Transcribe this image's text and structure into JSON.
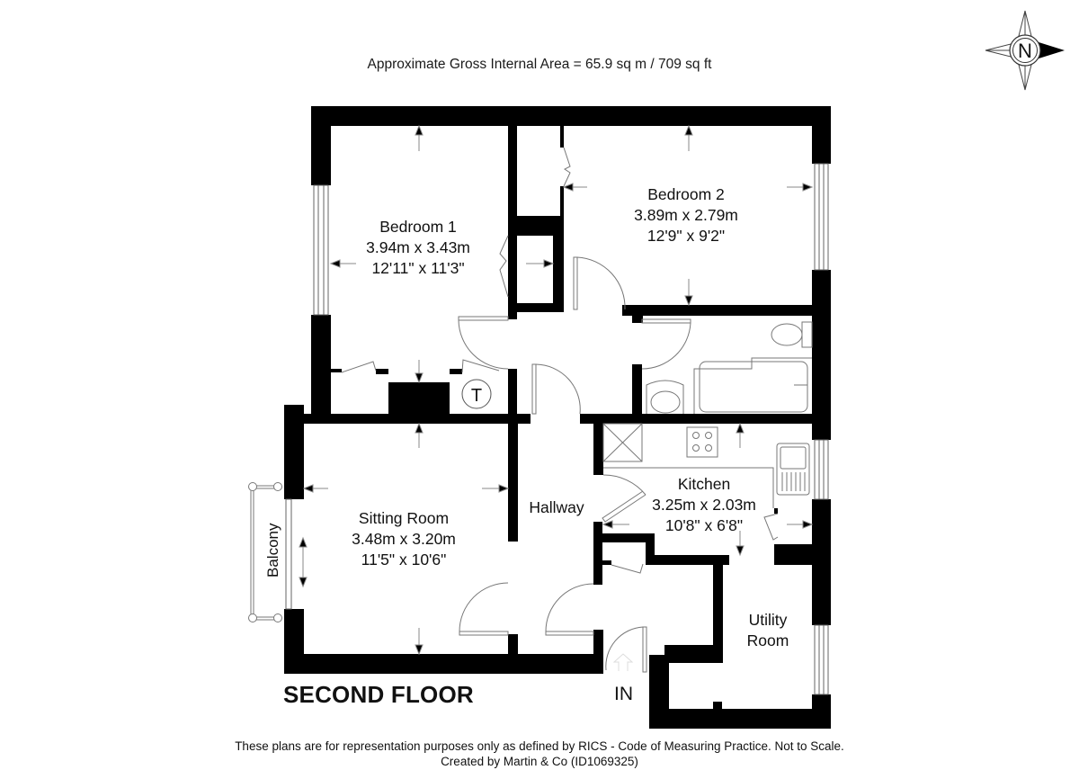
{
  "header": {
    "area_title": "Approximate Gross Internal Area = 65.9 sq m / 709 sq ft"
  },
  "compass": {
    "icon": "north-compass-icon",
    "letter": "N"
  },
  "rooms": {
    "bedroom1": {
      "name": "Bedroom 1",
      "metric": "3.94m x 3.43m",
      "imperial": "12'11\" x 11'3\""
    },
    "bedroom2": {
      "name": "Bedroom 2",
      "metric": "3.89m x 2.79m",
      "imperial": "12'9\" x 9'2\""
    },
    "sitting_room": {
      "name": "Sitting Room",
      "metric": "3.48m x 3.20m",
      "imperial": "11'5\" x 10'6\""
    },
    "kitchen": {
      "name": "Kitchen",
      "metric": "3.25m x 2.03m",
      "imperial": "10'8\" x 6'8\""
    },
    "hallway": {
      "name": "Hallway"
    },
    "utility": {
      "line1": "Utility",
      "line2": "Room"
    },
    "balcony": {
      "name": "Balcony"
    }
  },
  "fixtures": {
    "tank_symbol": "T"
  },
  "labels": {
    "floor": "SECOND FLOOR",
    "entrance": "IN"
  },
  "footer": {
    "line1": "These plans are for representation purposes only as defined by RICS - Code of Measuring Practice. Not to Scale.",
    "line2": "Created by Martin & Co (ID1069325)"
  },
  "colors": {
    "wall": "#000000",
    "line": "#555555",
    "background": "#ffffff"
  }
}
